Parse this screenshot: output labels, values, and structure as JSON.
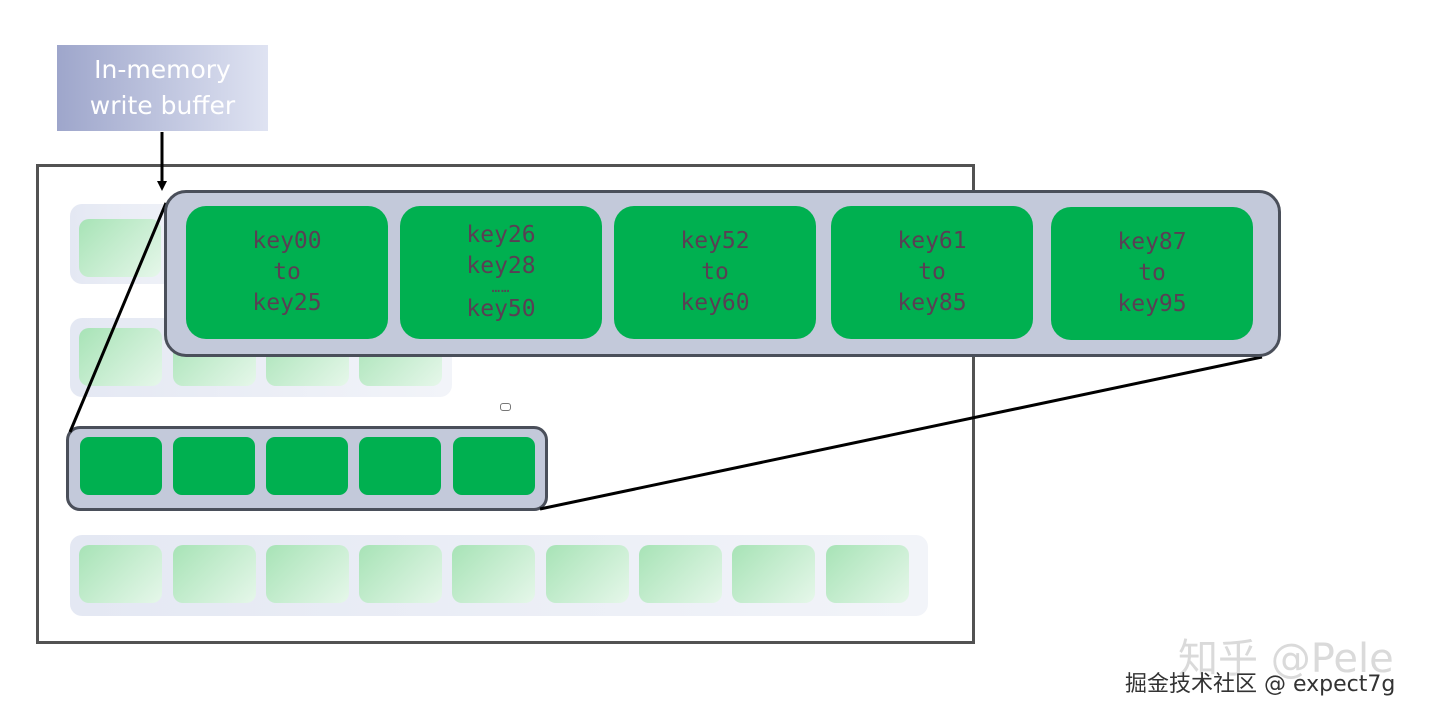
{
  "buffer": {
    "line1": "In-memory",
    "line2": "write buffer"
  },
  "zoom_blocks": [
    {
      "lines": [
        "key00",
        "to",
        "key25"
      ]
    },
    {
      "lines": [
        "key26",
        "key28",
        "……",
        "key50"
      ]
    },
    {
      "lines": [
        "key52",
        "to",
        "key60"
      ]
    },
    {
      "lines": [
        "key61",
        "to",
        "key85"
      ]
    },
    {
      "lines": [
        "key87",
        "to",
        "key95"
      ]
    }
  ],
  "levels": {
    "level0_blocks": 1,
    "level1_blocks": 4,
    "highlight_blocks": 5,
    "level3_blocks": 9
  },
  "watermarks": {
    "zhihu": "知乎 @Pele",
    "juejin": "掘金技术社区 @ expect7g"
  },
  "colors": {
    "sstable": "#00b050",
    "level_bg": "#c3c9da",
    "frame": "#525252",
    "key_text": "#5a3f54"
  }
}
